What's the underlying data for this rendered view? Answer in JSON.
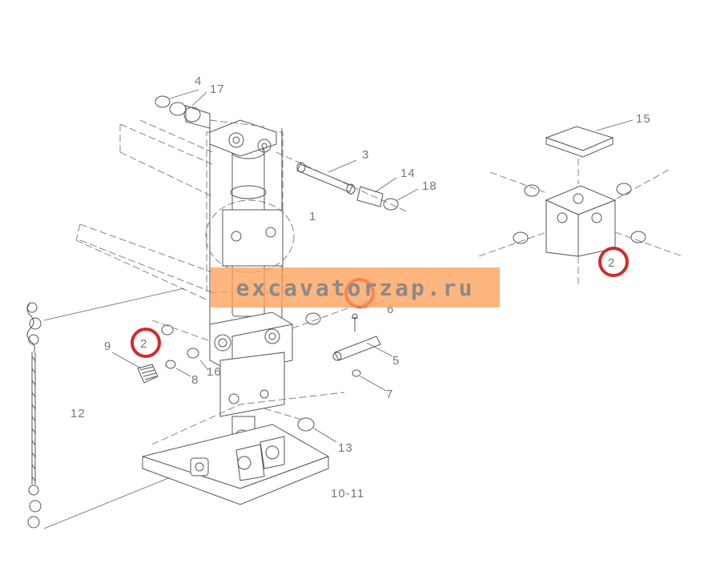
{
  "watermark": {
    "text": "excavatorzap.ru"
  },
  "part_numbers": {
    "p4": "4",
    "p17": "17",
    "p3": "3",
    "p14": "14",
    "p18": "18",
    "p1": "1",
    "p15": "15",
    "p2_block": "2",
    "p2_left": "2",
    "p9": "9",
    "p16": "16",
    "p8": "8",
    "p6": "6",
    "p5": "5",
    "p7": "7",
    "p12": "12",
    "p13": "13",
    "p10_11": "10-11"
  },
  "colors": {
    "highlight": "#d42a2a",
    "watermark_band": "#ffa05a",
    "line": "#555555"
  }
}
